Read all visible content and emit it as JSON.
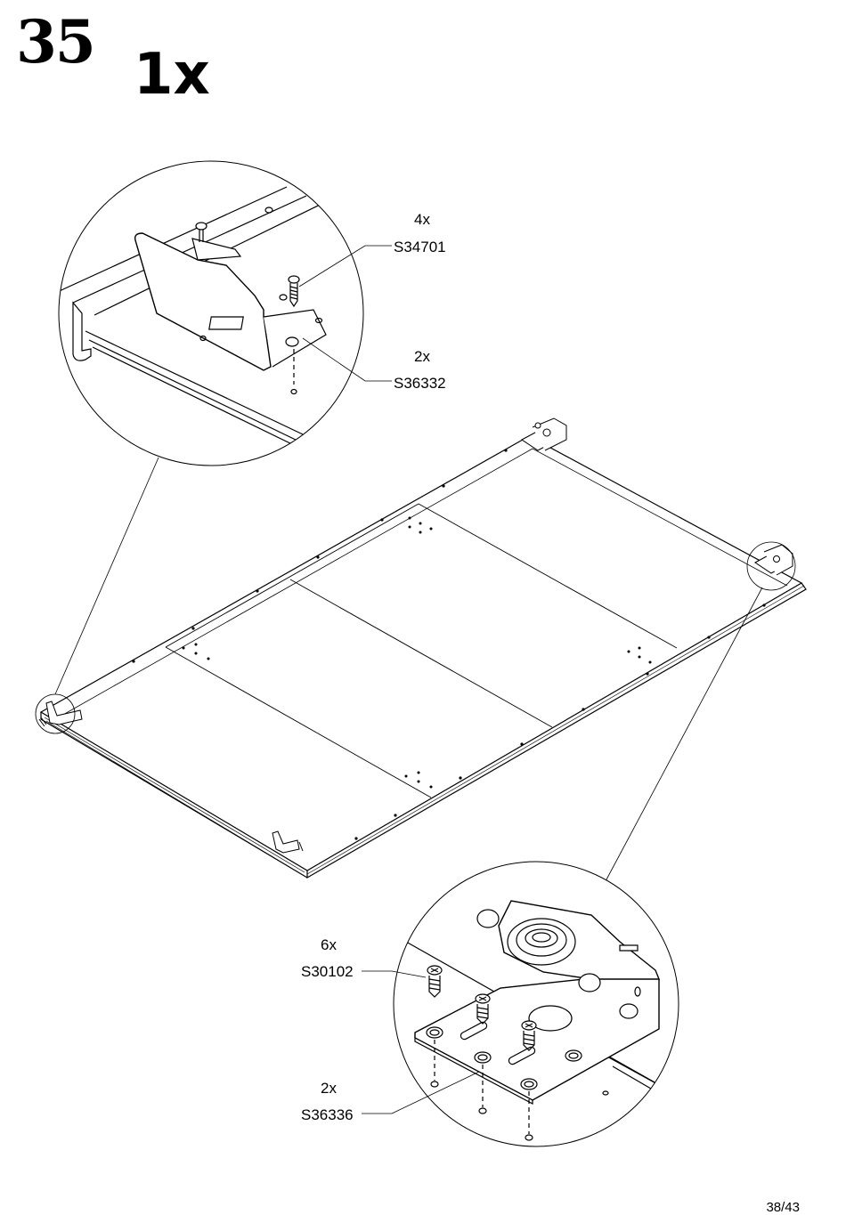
{
  "header": {
    "step_number": "35",
    "quantity": "1x"
  },
  "callouts": {
    "top": {
      "screw_qty": "4x",
      "screw_part": "S34701",
      "bracket_qty": "2x",
      "bracket_part": "S36332"
    },
    "bottom": {
      "screw_qty": "6x",
      "screw_part": "S30102",
      "plate_qty": "2x",
      "plate_part": "S36336"
    }
  },
  "footer": {
    "page": "38/43"
  }
}
